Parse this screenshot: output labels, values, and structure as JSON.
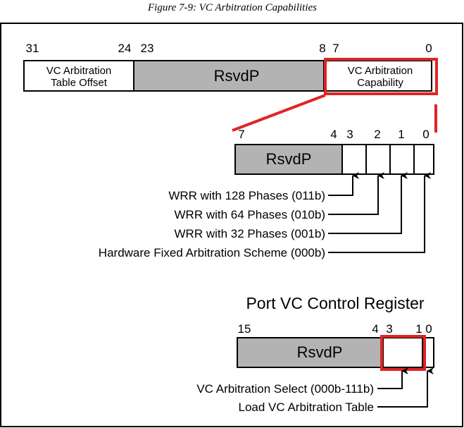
{
  "caption": "Figure 7-9: VC Arbitration Capabilities",
  "colors": {
    "highlight": "#e02424",
    "reserved_fill": "#b3b3b3",
    "stroke": "#000000",
    "background": "#ffffff"
  },
  "register_top": {
    "bit_labels": [
      "31",
      "24",
      "23",
      "8",
      "7",
      "0"
    ],
    "fields": {
      "table_offset": [
        "VC Arbitration",
        "Table Offset"
      ],
      "reserved": "RsvdP",
      "capability": [
        "VC Arbitration",
        "Capability"
      ]
    }
  },
  "capability_detail": {
    "bit_labels": [
      "7",
      "4",
      "3",
      "2",
      "1",
      "0"
    ],
    "reserved": "RsvdP",
    "callouts": [
      "WRR with 128 Phases (011b)",
      "WRR with 64 Phases (010b)",
      "WRR with 32 Phases (001b)",
      "Hardware Fixed Arbitration Scheme (000b)"
    ]
  },
  "port_vc_control": {
    "title": "Port VC Control Register",
    "bit_labels": [
      "15",
      "4",
      "3",
      "1",
      "0"
    ],
    "reserved": "RsvdP",
    "callouts": [
      "VC Arbitration Select (000b-111b)",
      "Load VC Arbitration Table"
    ]
  }
}
